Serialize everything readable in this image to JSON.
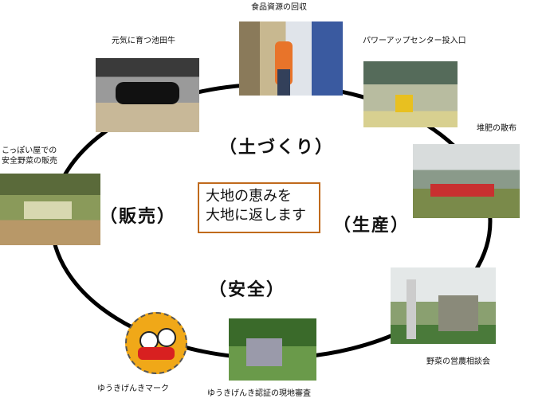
{
  "center_message": {
    "line1": "大地の恵みを",
    "line2": "大地に返します"
  },
  "phases": {
    "soil": "（土づくり）",
    "production": "（生産）",
    "safety": "（安全）",
    "sales": "（販売）"
  },
  "photos": [
    {
      "id": "food-collection",
      "caption": "食品資源の回収"
    },
    {
      "id": "cattle",
      "caption": "元気に育つ池田牛"
    },
    {
      "id": "powerup-center",
      "caption": "パワーアップセンター投入口"
    },
    {
      "id": "compost-spreading",
      "caption": "堆肥の散布"
    },
    {
      "id": "farming-consultation",
      "caption": "野菜の営農相談会"
    },
    {
      "id": "field-inspection",
      "caption": "ゆうきげんき認証の現地審査"
    },
    {
      "id": "yuuki-genki-mark",
      "caption": "ゆうきげんきマーク"
    },
    {
      "id": "shop-sales",
      "caption_line1": "こっぽい屋での",
      "caption_line2": "安全野菜の販売"
    }
  ],
  "colors": {
    "ring": "#000000",
    "box_border": "#c06a1c"
  }
}
